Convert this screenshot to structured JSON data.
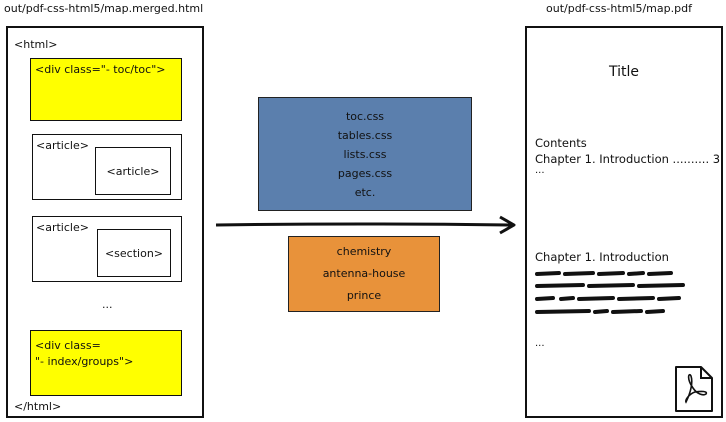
{
  "source": {
    "path": "out/pdf-css-html5/map.merged.html",
    "open_tag": "<html>",
    "close_tag": "</html>",
    "toc_div": "<div class=\"- toc/toc\">",
    "article_1": "<article>",
    "article_1_child": "<article>",
    "article_2": "<article>",
    "article_2_child": "<section>",
    "ellipsis": "...",
    "index_div_line1": "<div class=",
    "index_div_line2": "\"- index/groups\">"
  },
  "stylesheets": [
    "toc.css",
    "tables.css",
    "lists.css",
    "pages.css",
    "etc."
  ],
  "processors": [
    "chemistry",
    "antenna-house",
    "prince"
  ],
  "output": {
    "path": "out/pdf-css-html5/map.pdf",
    "title": "Title",
    "contents_heading": "Contents",
    "toc_entry": "Chapter 1. Introduction .......... 3",
    "toc_ellipsis": "...",
    "chapter_heading": "Chapter 1. Introduction",
    "body_ellipsis": "...",
    "icon": "pdf-icon"
  },
  "colors": {
    "highlight": "#ffff00",
    "stylesheet_box": "#5b7fad",
    "processor_box": "#e8923a",
    "stroke": "#111111"
  }
}
